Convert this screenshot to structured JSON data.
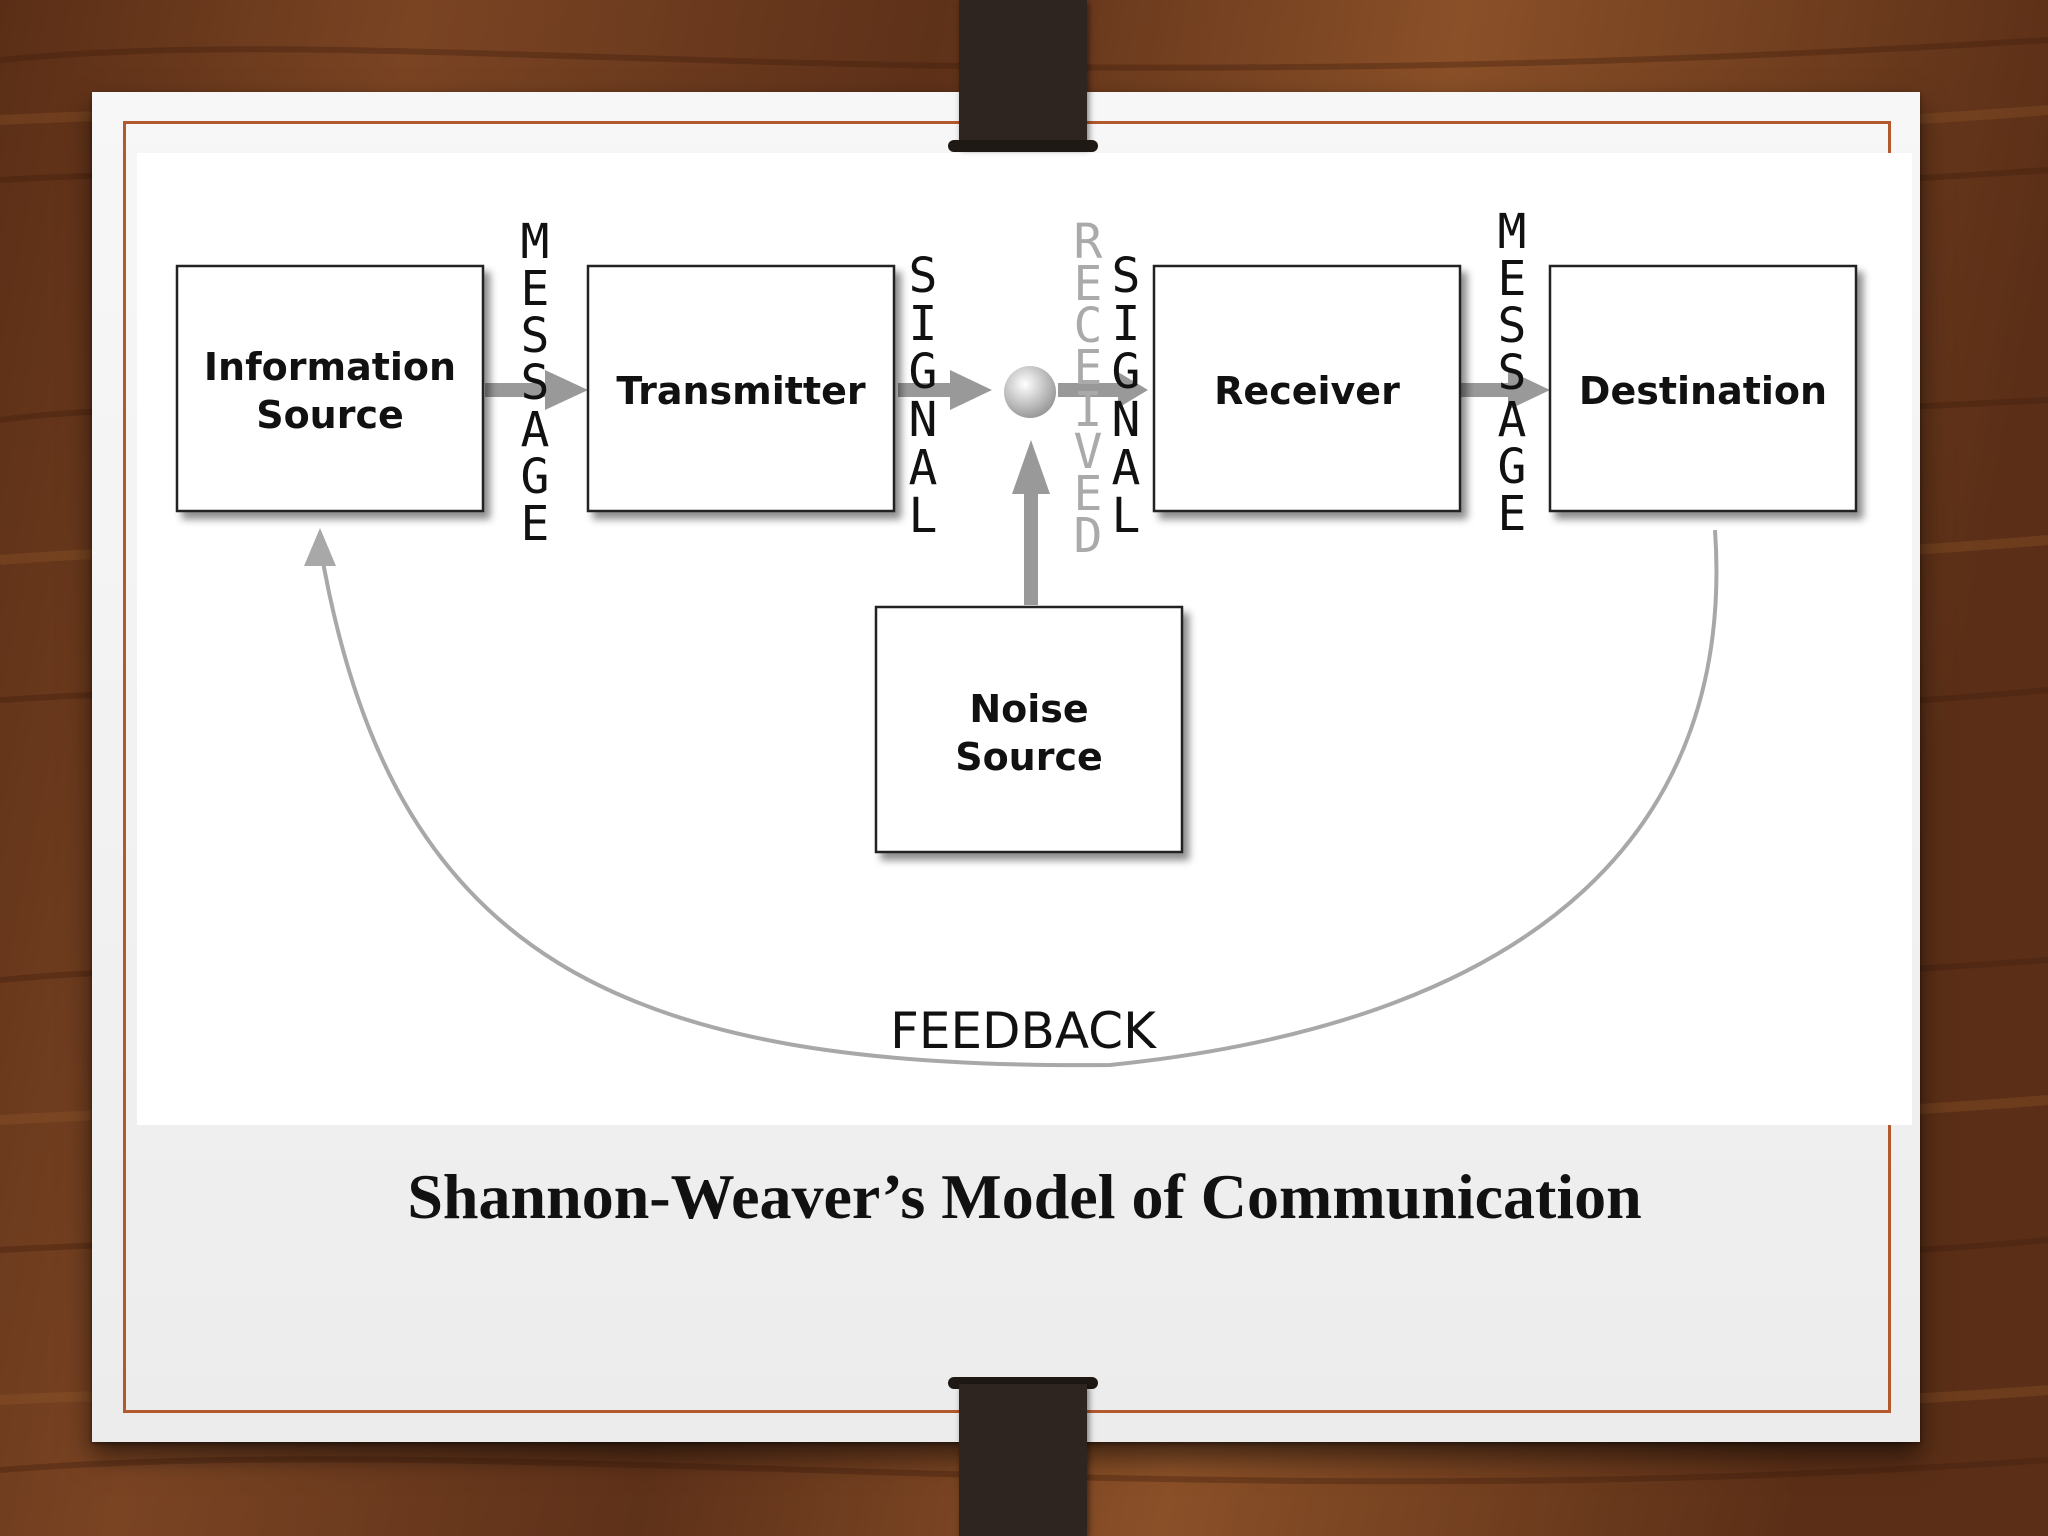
{
  "diagram": {
    "boxes": {
      "information_source": [
        "Information",
        "Source"
      ],
      "transmitter": [
        "Transmitter"
      ],
      "receiver": [
        "Receiver"
      ],
      "destination": [
        "Destination"
      ],
      "noise_source": [
        "Noise",
        "Source"
      ]
    },
    "vertical_labels": {
      "message_left": "MESSAGE",
      "signal": "SIGNAL",
      "received": "RECEIVED",
      "received_signal": "SIGNAL",
      "message_right": "MESSAGE"
    },
    "feedback_label": "FEEDBACK"
  },
  "caption": "Shannon-Weaver’s Model of Communication",
  "colors": {
    "frame_border": "#b25a2e",
    "arrow": "#999999",
    "wood": "#6b3a1f",
    "clip": "#2e2520"
  }
}
